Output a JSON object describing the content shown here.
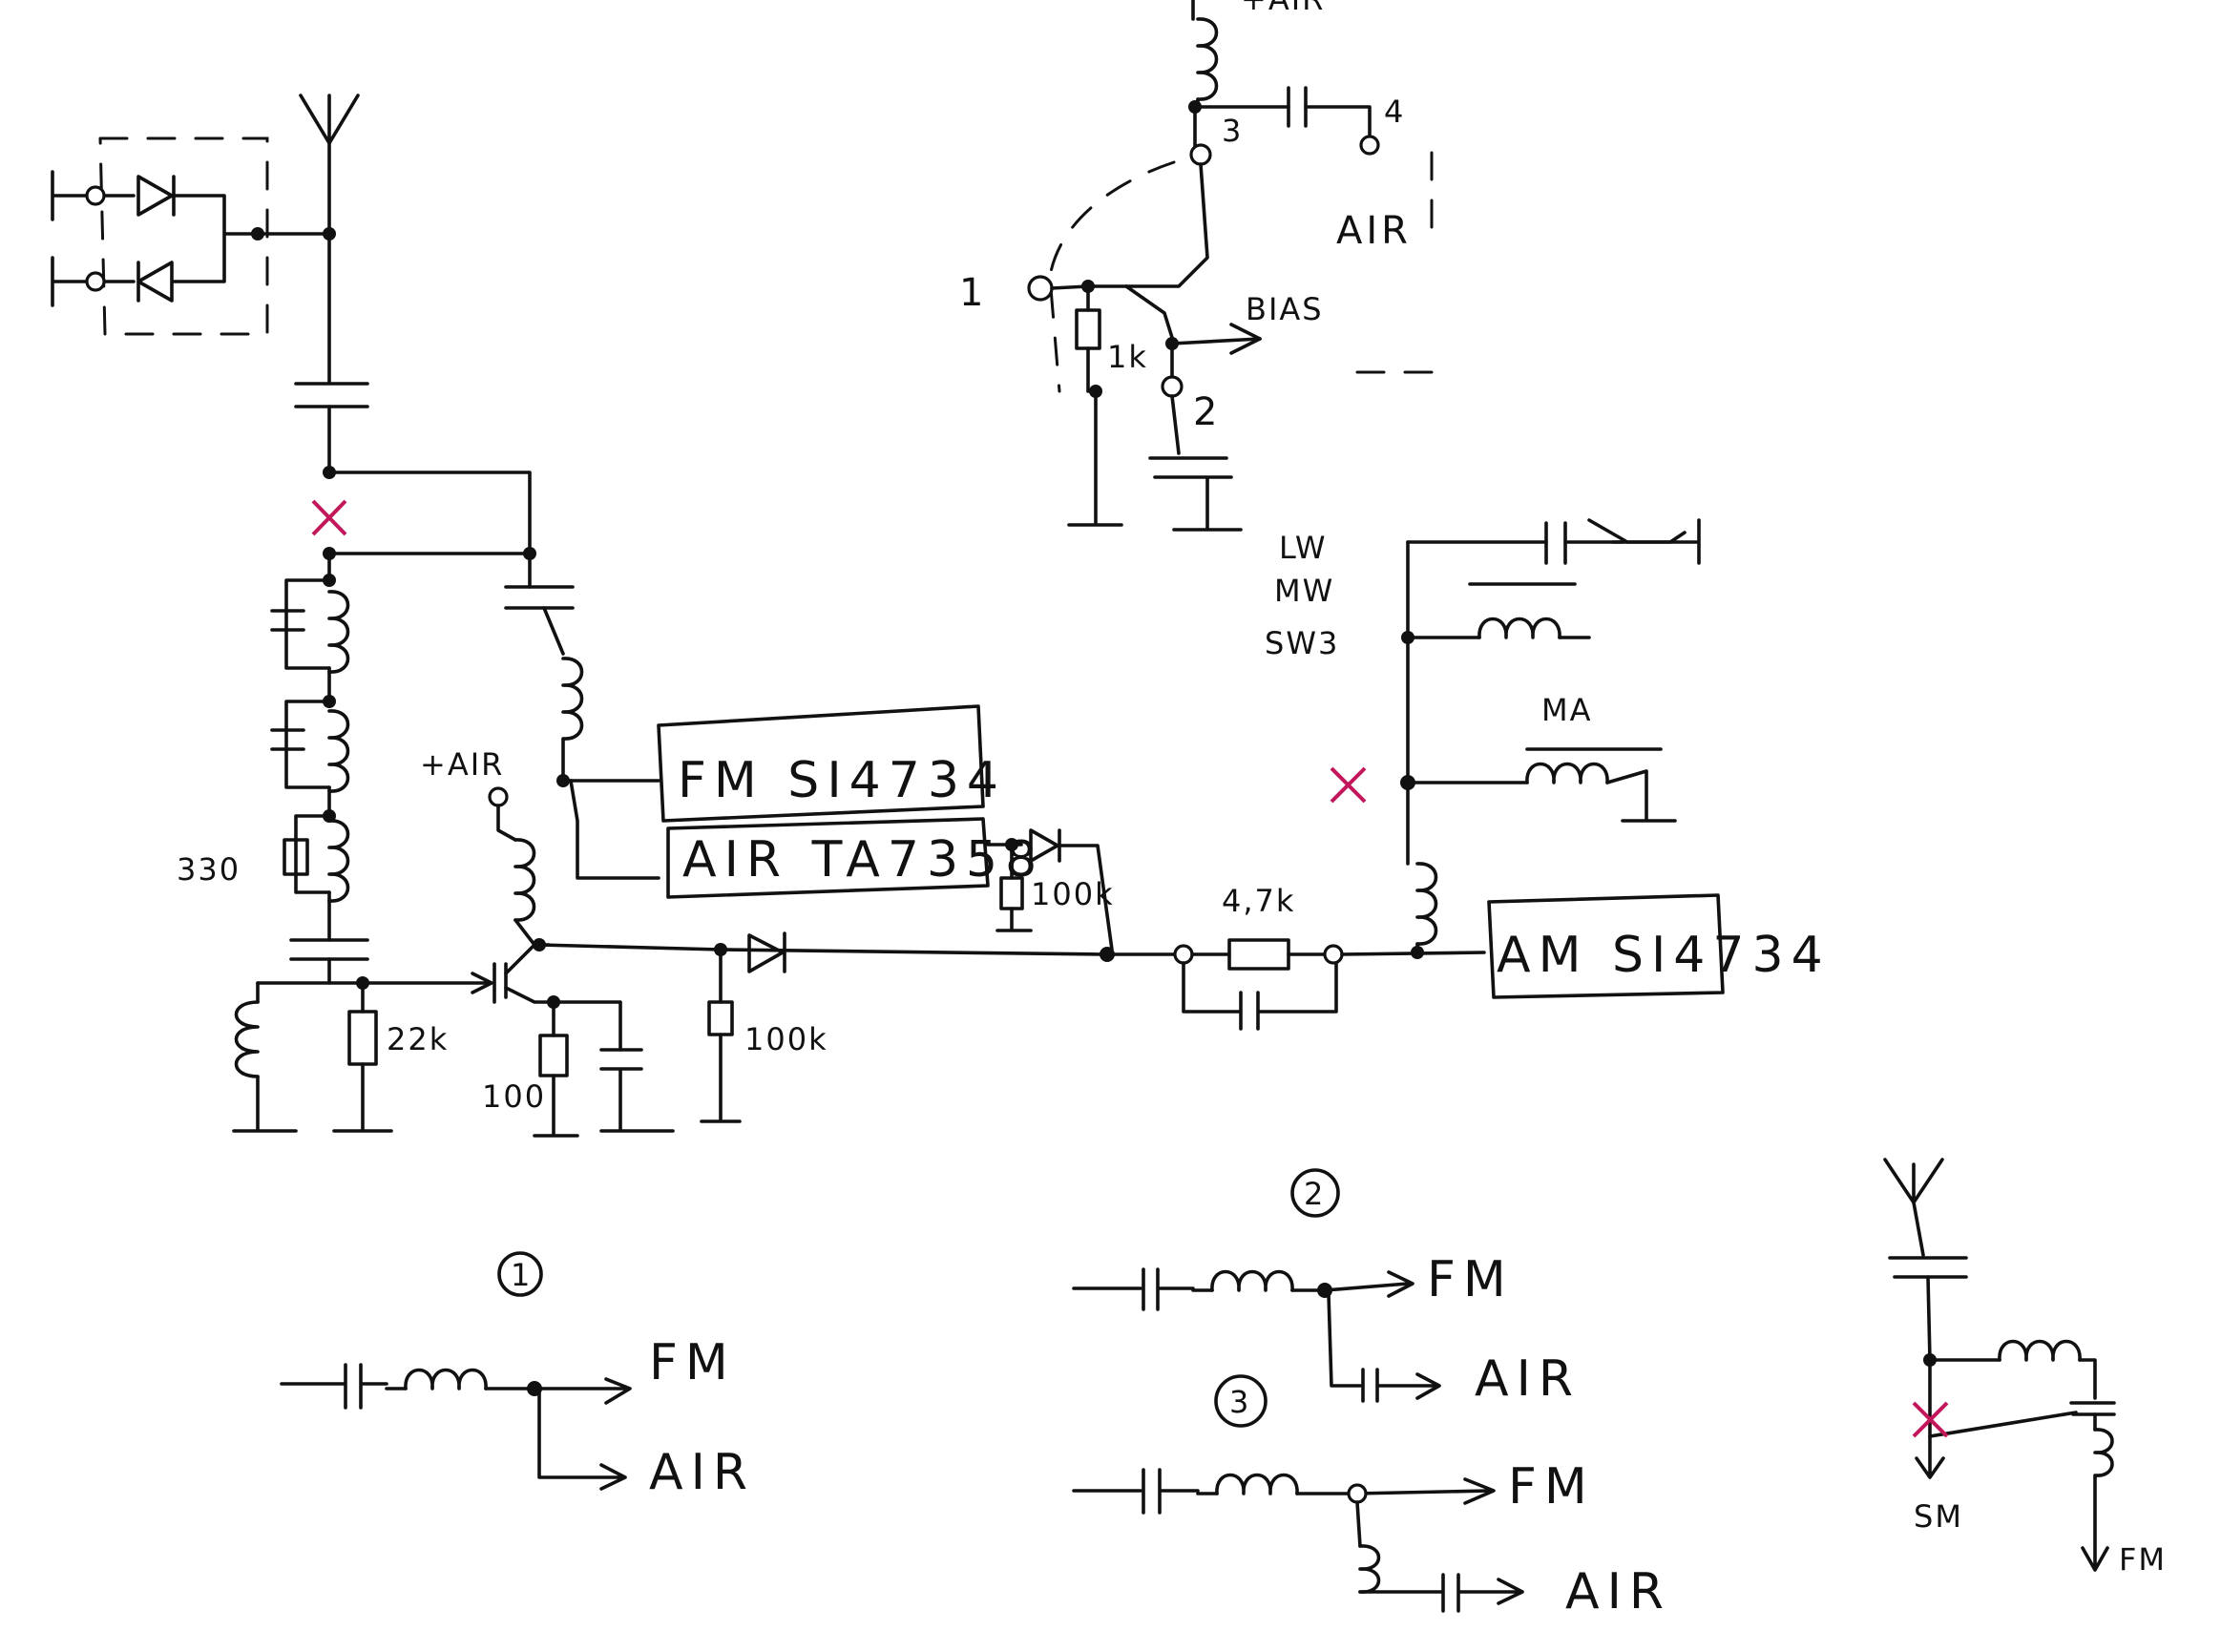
{
  "labels": {
    "top_air": "+AIR",
    "pin_3": "3",
    "pin_4": "4",
    "pin_1": "1",
    "pin_2": "2",
    "bias": "BIAS",
    "air_box": "AIR",
    "r_1k": "1k",
    "plus_air": "+AIR",
    "chip_fm": "FM SI4734",
    "chip_air": "AIR TA7358",
    "r_330": "330",
    "r_22k": "22k",
    "r_100": "100",
    "r_100k_a": "100k",
    "r_100k_b": "100k",
    "r_4_7k": "4,7k",
    "chip_am": "AM SI4734",
    "band_lw": "LW",
    "band_mw": "MW",
    "band_sw3": "SW3",
    "ma": "MA",
    "variant_1": "1",
    "variant_2": "2",
    "variant_3": "3",
    "v1_fm": "FM",
    "v1_air": "AIR",
    "v2_fm": "FM",
    "v2_air": "AIR",
    "v3_fm": "FM",
    "v3_air": "AIR",
    "sm_out": "SM",
    "fm_out": "FM"
  },
  "colors": {
    "ink": "#111111",
    "cut_mark": "#c2185b",
    "paper": "#ffffff"
  }
}
